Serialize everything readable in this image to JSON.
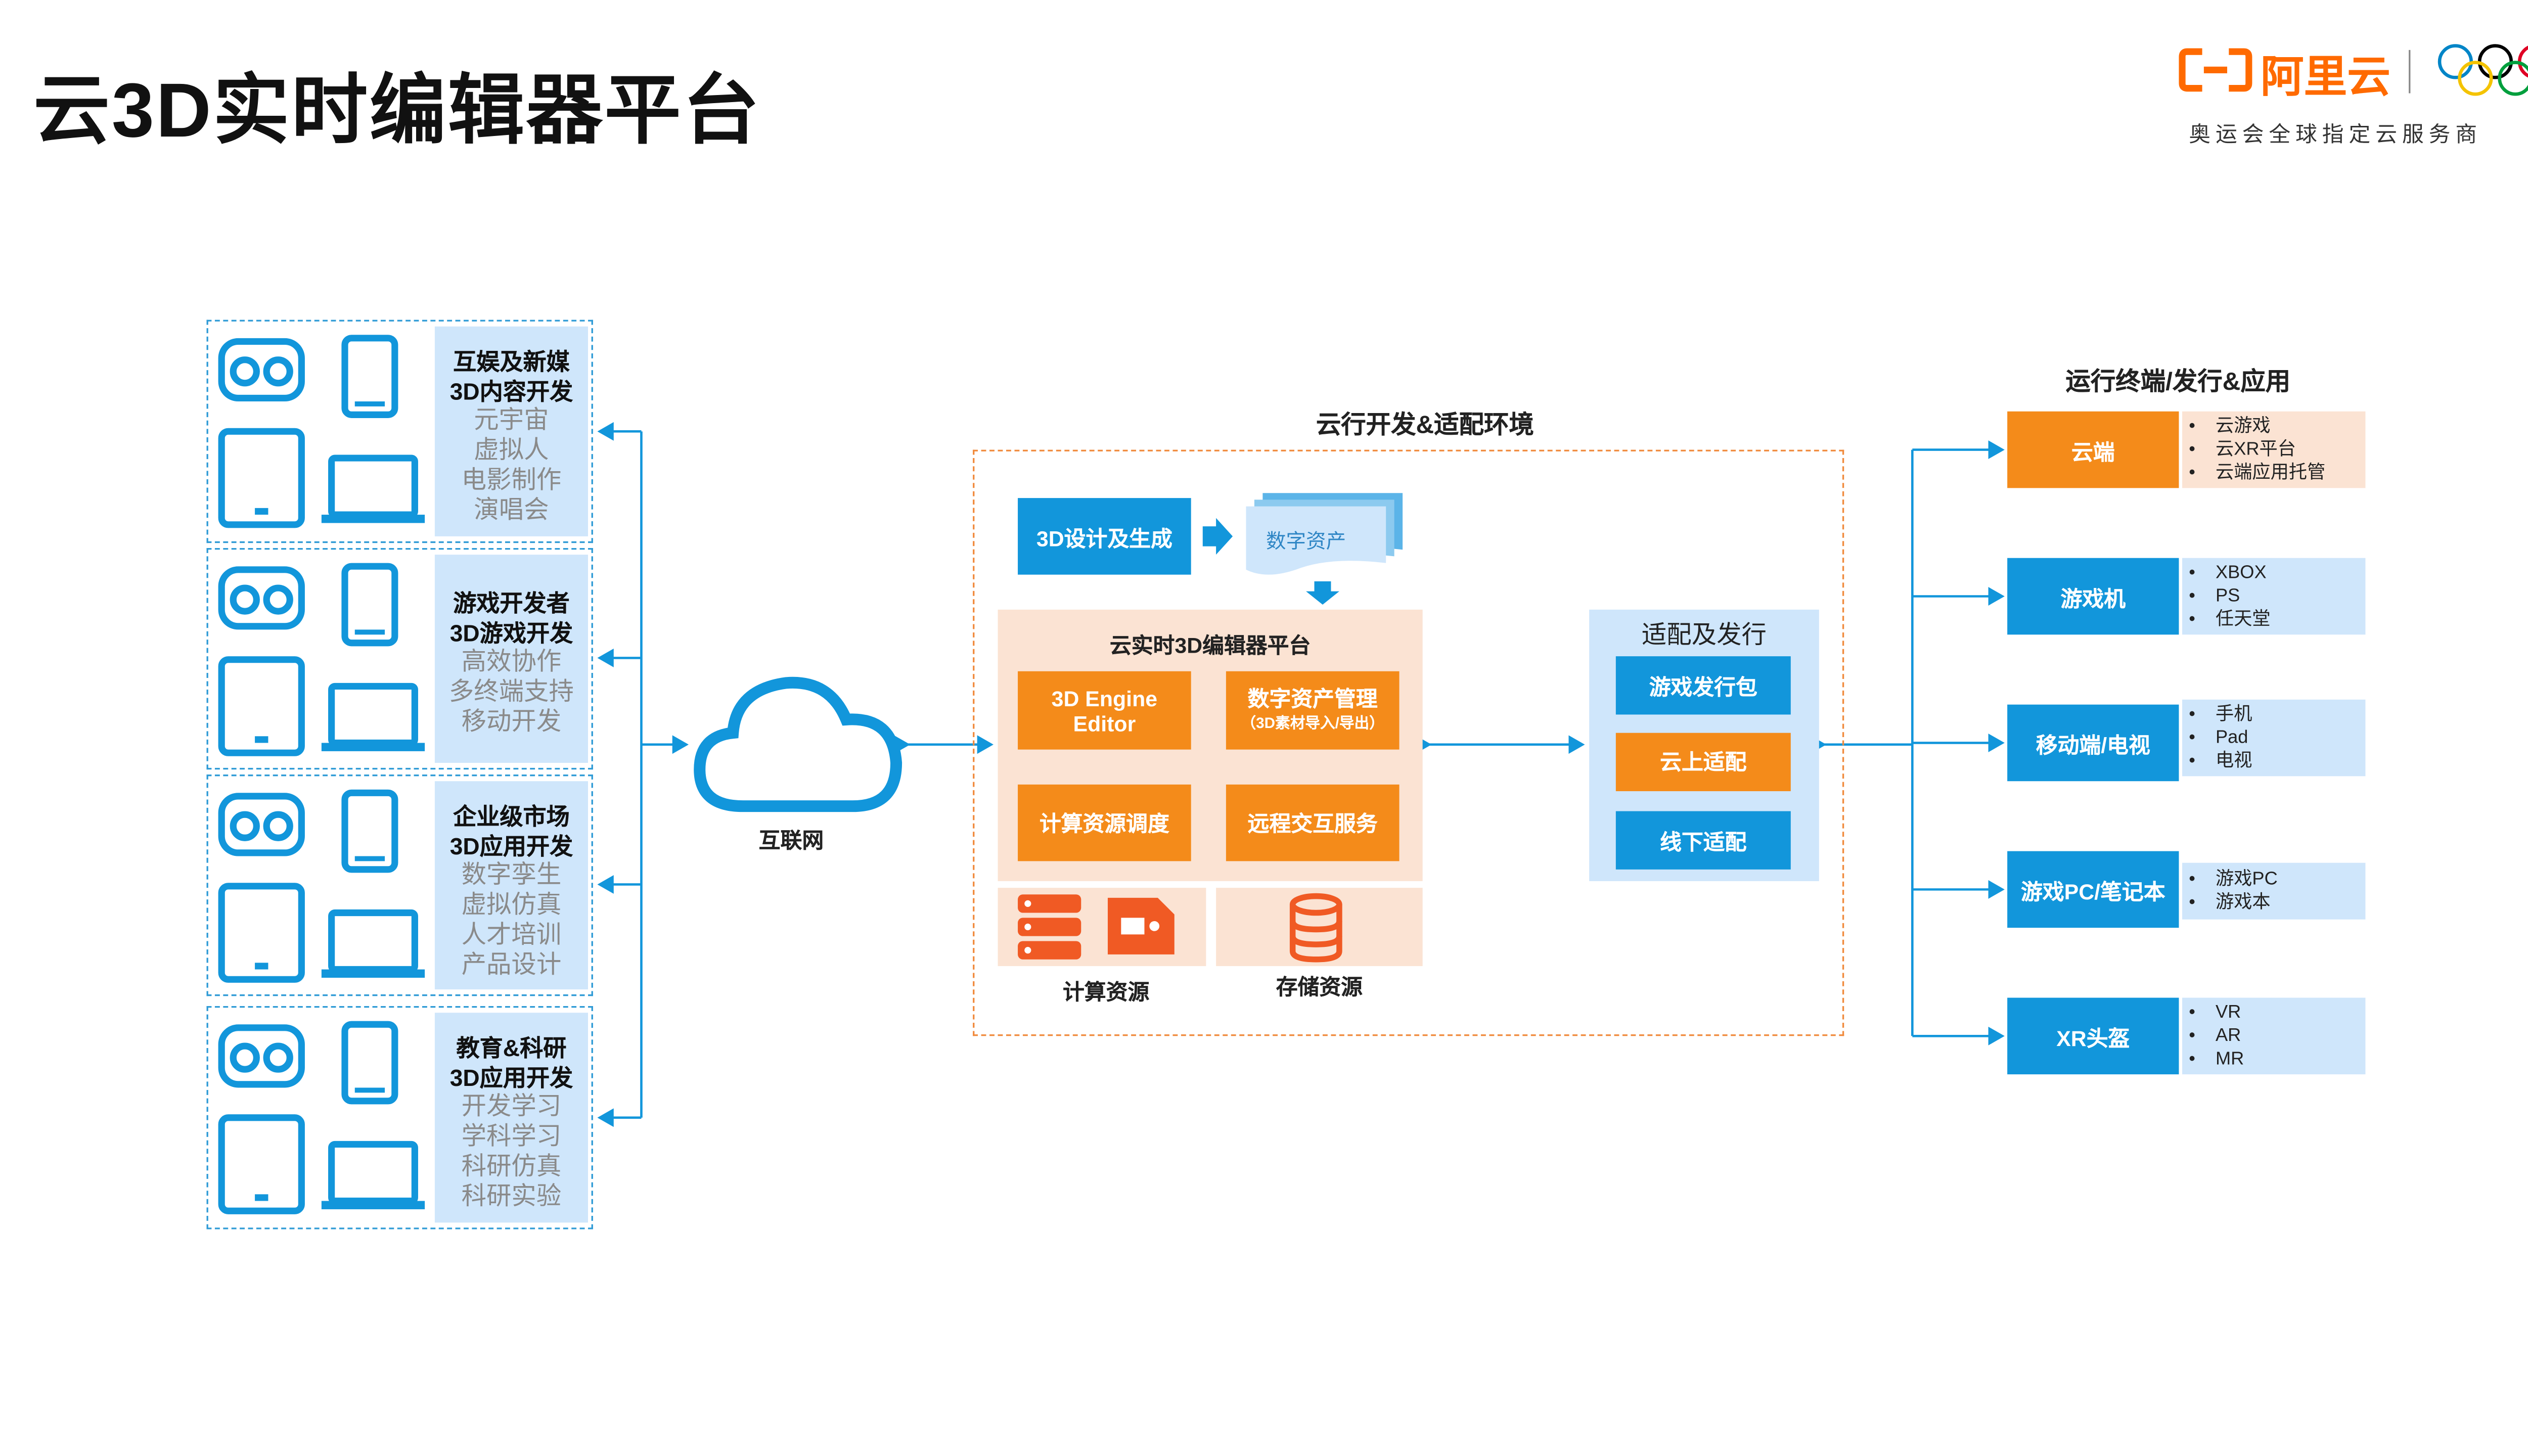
{
  "header": {
    "title": "云3D实时编辑器平台",
    "brand_name": "阿里云",
    "brand_tagline": "奥运会全球指定云服务商"
  },
  "user_groups": [
    {
      "title_line1": "互娱及新媒",
      "title_line2": "3D内容开发",
      "items": [
        "元宇宙",
        "虚拟人",
        "电影制作",
        "演唱会"
      ]
    },
    {
      "title_line1": "游戏开发者",
      "title_line2": "3D游戏开发",
      "items": [
        "高效协作",
        "多终端支持",
        "移动开发"
      ]
    },
    {
      "title_line1": "企业级市场",
      "title_line2": "3D应用开发",
      "items": [
        "数字孪生",
        "虚拟仿真",
        "人才培训",
        "产品设计"
      ]
    },
    {
      "title_line1": "教育&科研",
      "title_line2": "3D应用开发",
      "items": [
        "开发学习",
        "学科学习",
        "科研仿真",
        "科研实验"
      ]
    }
  ],
  "internet": {
    "label": "互联网"
  },
  "dev_env": {
    "title": "云行开发&适配环境",
    "design_gen": "3D设计及生成",
    "digital_assets": "数字资产",
    "platform": {
      "title": "云实时3D编辑器平台",
      "engine_line1": "3D Engine",
      "engine_line2": "Editor",
      "asset_mgmt": "数字资产管理",
      "asset_mgmt_sub": "（3D素材导入/导出）",
      "compute_sched": "计算资源调度",
      "remote_service": "远程交互服务"
    },
    "compute_res": "计算资源",
    "storage_res": "存储资源",
    "adapt": {
      "title": "适配及发行",
      "package": "游戏发行包",
      "cloud_adapt": "云上适配",
      "offline_adapt": "线下适配"
    }
  },
  "terminals": {
    "title": "运行终端/发行&应用",
    "items": [
      {
        "label": "云端",
        "details": [
          "云游戏",
          "云XR平台",
          "云端应用托管"
        ],
        "color": "#f48b1a",
        "detail_bg": "#fbe3d3"
      },
      {
        "label": "游戏机",
        "details": [
          "XBOX",
          "PS",
          "任天堂"
        ],
        "color": "#1296db",
        "detail_bg": "#cfe6fb"
      },
      {
        "label": "移动端/电视",
        "details": [
          "手机",
          "Pad",
          "电视"
        ],
        "color": "#1296db",
        "detail_bg": "#cfe6fb"
      },
      {
        "label": "游戏PC/笔记本",
        "details": [
          "游戏PC",
          "游戏本"
        ],
        "color": "#1296db",
        "detail_bg": "#cfe6fb"
      },
      {
        "label": "XR头盔",
        "details": [
          "VR",
          "AR",
          "MR"
        ],
        "color": "#1296db",
        "detail_bg": "#cfe6fb"
      }
    ]
  },
  "colors": {
    "blue": "#1296db",
    "orange": "#f48b1a",
    "peach": "#fbe3d3",
    "light_blue": "#cfe6fb",
    "brand": "#ff6a00"
  }
}
